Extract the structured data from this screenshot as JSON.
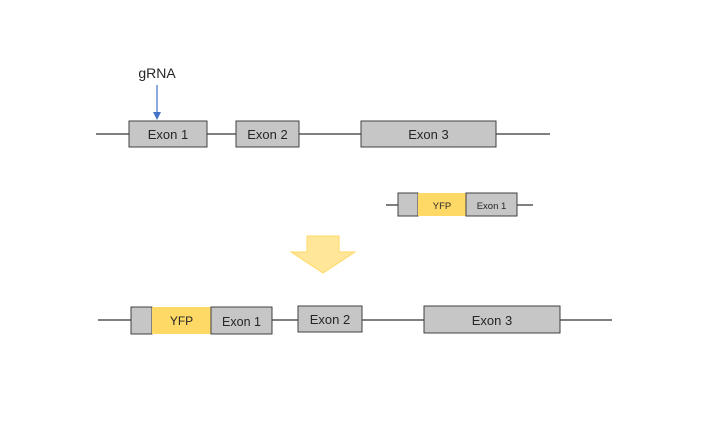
{
  "colors": {
    "exon_fill": "#c6c6c6",
    "exon_stroke": "#404040",
    "yfp_fill": "#ffd966",
    "arrow_fill": "#ffe699",
    "arrow_stroke": "#ffd966",
    "grna_arrow": "#4472c4",
    "line": "#000000"
  },
  "grna": {
    "label": "gRNA"
  },
  "original_gene": {
    "exon1": "Exon 1",
    "exon2": "Exon 2",
    "exon3": "Exon 3"
  },
  "donor": {
    "yfp": "YFP",
    "exon1": "Exon 1"
  },
  "result_gene": {
    "yfp": "YFP",
    "exon1": "Exon 1",
    "exon2": "Exon 2",
    "exon3": "Exon 3"
  }
}
